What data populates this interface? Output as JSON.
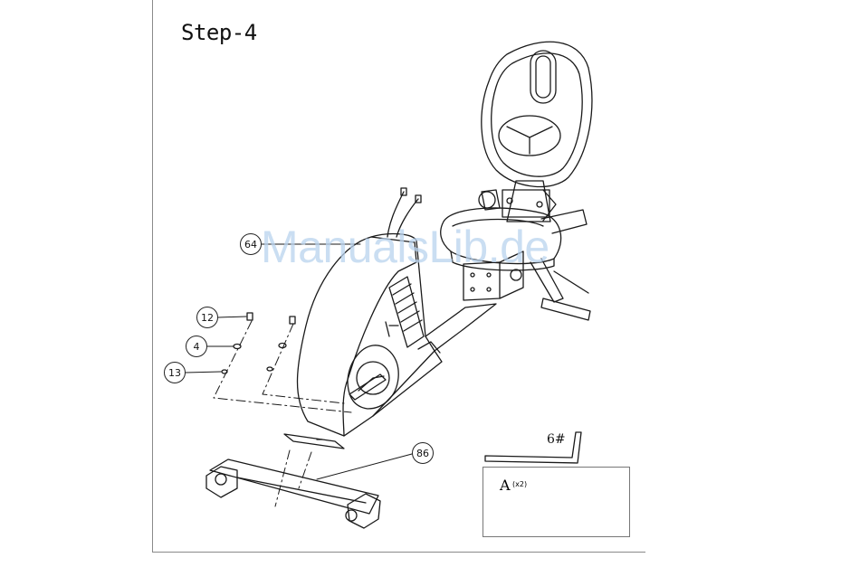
{
  "step_title": "Step-4",
  "watermark": "ManualsLib.de",
  "callouts": {
    "c64": "64",
    "c12": "12",
    "c4": "4",
    "c13": "13",
    "c86": "86"
  },
  "tool": {
    "label": "6#"
  },
  "hardware": {
    "letter": "A",
    "qty": "(x2)"
  }
}
